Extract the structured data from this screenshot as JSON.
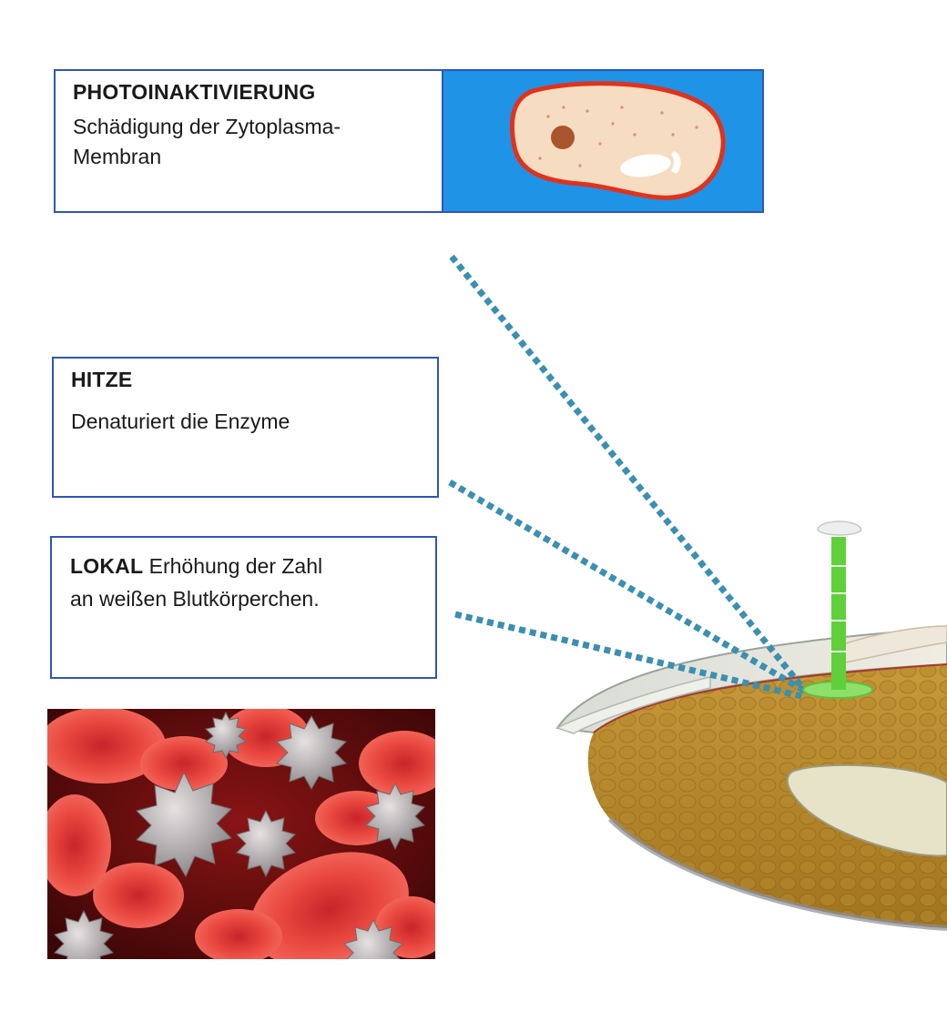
{
  "boxes": {
    "photoinactivation": {
      "title": "PHOTOINAKTIVIERUNG",
      "line1": "Schädigung der Zytoplasma-",
      "line2": "Membran"
    },
    "heat": {
      "title": "HITZE",
      "text": "Denaturiert die Enzyme"
    },
    "local": {
      "title": "LOKAL",
      "line1_rest": " Erhöhung der Zahl",
      "line2": "an weißen Blutkörperchen."
    }
  },
  "colors": {
    "border": "#2f55b8",
    "cell_background": "#1f93e5",
    "dotted_line": "#3b8fb0",
    "probe_green": "#5fd03a"
  }
}
